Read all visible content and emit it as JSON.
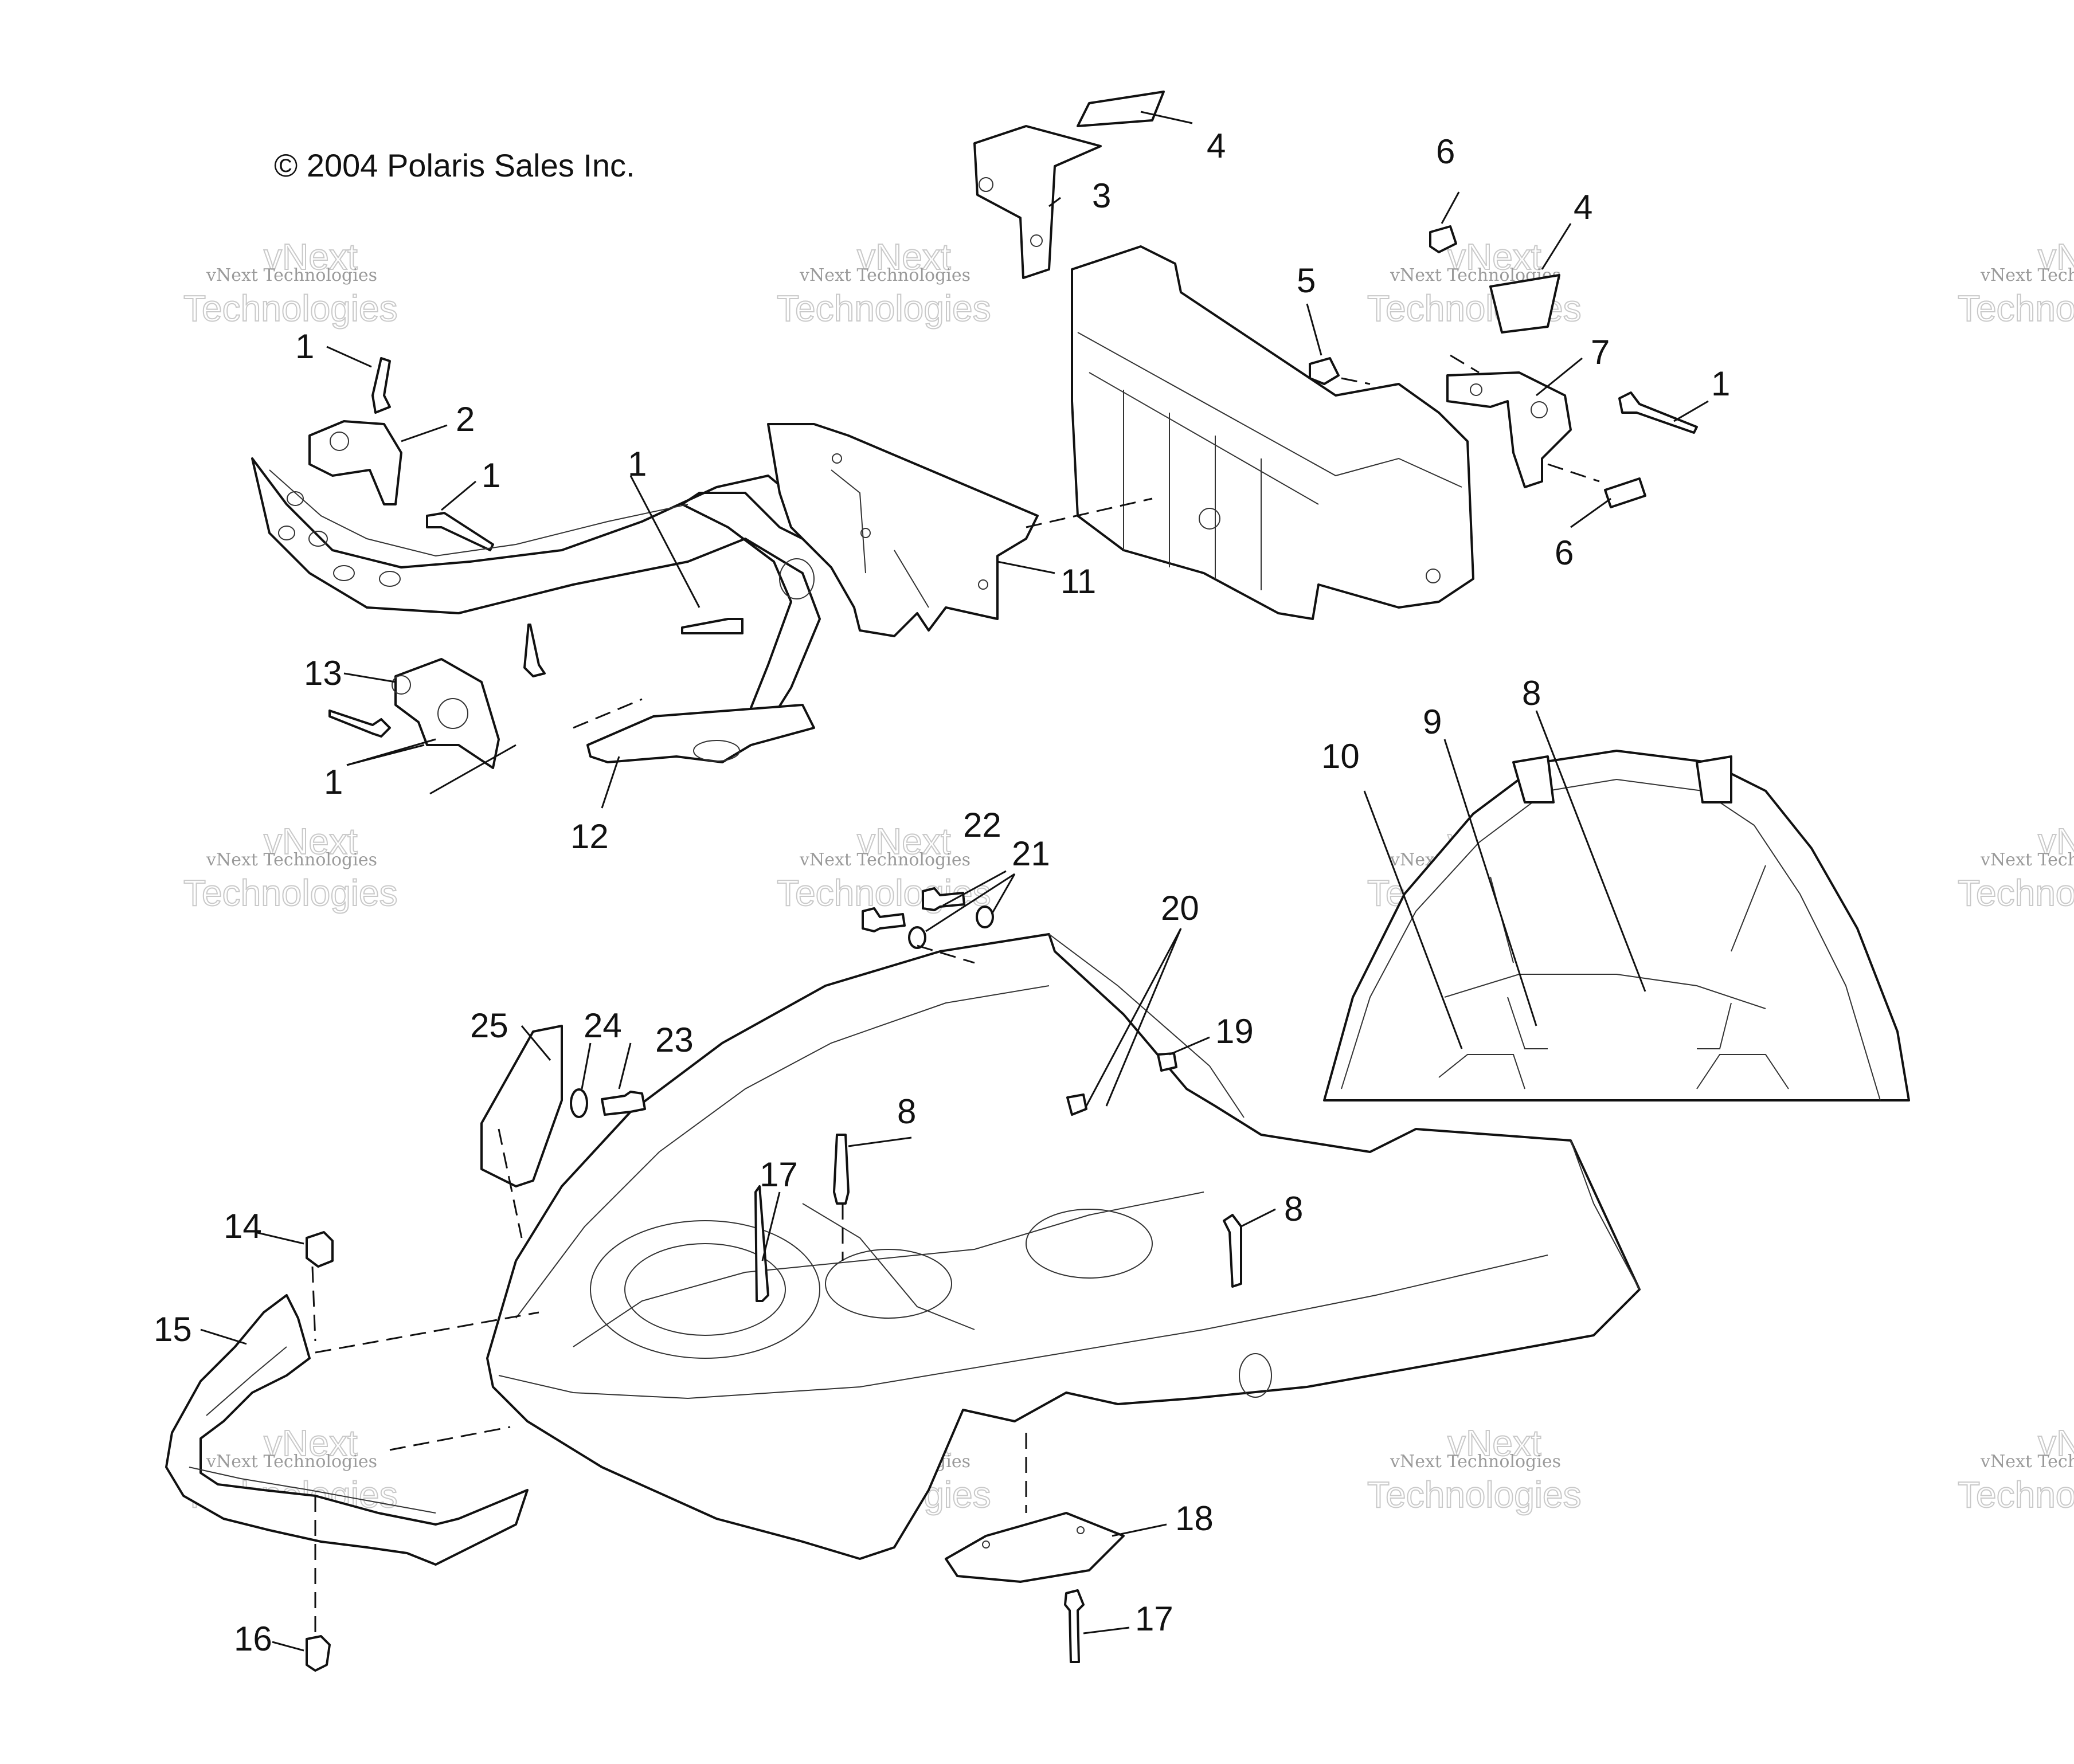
{
  "copyright": "© 2004 Polaris Sales Inc.",
  "watermark": {
    "line1": "vNext Technologies",
    "line2": "vNext",
    "line3": "Technologies"
  },
  "callouts": {
    "c1a": "1",
    "c1b": "1",
    "c1c": "1",
    "c1d": "1",
    "c1e": "1",
    "c2": "2",
    "c3": "3",
    "c4a": "4",
    "c4b": "4",
    "c5": "5",
    "c6a": "6",
    "c6b": "6",
    "c7": "7",
    "c8a": "8",
    "c8b": "8",
    "c8c": "8",
    "c9": "9",
    "c10": "10",
    "c11": "11",
    "c12": "12",
    "c13": "13",
    "c14": "14",
    "c15": "15",
    "c16": "16",
    "c17a": "17",
    "c17b": "17",
    "c18": "18",
    "c19": "19",
    "c20": "20",
    "c21": "21",
    "c22": "22",
    "c23": "23",
    "c24": "24",
    "c25": "25"
  }
}
